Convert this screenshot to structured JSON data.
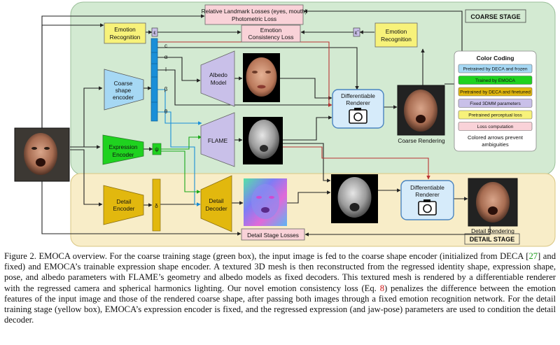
{
  "figure": {
    "stages": {
      "coarse": "COARSE STAGE",
      "detail": "DETAIL STAGE"
    },
    "losses": {
      "landmark_line1": "Relative Landmark Losses (eyes, mouth)",
      "landmark_line2": "Photometric Loss",
      "emotion_line1": "Emotion",
      "emotion_line2": "Consistency Loss",
      "detail": "Detail Stage Losses"
    },
    "modules": {
      "emotion_recognition_left": [
        "Emotion",
        "Recognition"
      ],
      "emotion_recognition_right": [
        "Emotion",
        "Recognition"
      ],
      "coarse_encoder": [
        "Coarse",
        "shape",
        "encoder"
      ],
      "expression_encoder": [
        "Expression",
        "Encoder"
      ],
      "detail_encoder": [
        "Detail",
        "Encoder"
      ],
      "albedo_model": [
        "Albedo",
        "Model"
      ],
      "flame": "FLAME",
      "detail_decoder": [
        "Detail",
        "Decoder"
      ],
      "renderer_coarse": [
        "Differentiable",
        "Renderer"
      ],
      "renderer_detail": [
        "Differentiable",
        "Renderer"
      ]
    },
    "params": {
      "epsilon": "ε",
      "epsilon_prime": "ε'",
      "code_segments": [
        "c",
        "α",
        "l",
        "β",
        "θ"
      ],
      "psi": "ψ",
      "delta": "δ"
    },
    "output_labels": {
      "coarse": "Coarse Rendering",
      "detail": "Detail Rendering"
    },
    "legend": {
      "title": "Color Coding",
      "items": [
        {
          "label": "Pretrained by DECA and frozen",
          "color": "#a6d8f4"
        },
        {
          "label": "Trained by EMOCA",
          "color": "#1fd21f"
        },
        {
          "label": "Pretrained by DECA and finetuned",
          "color": "#e2b80e"
        },
        {
          "label": "Fixed 3DMM parameters",
          "color": "#c9c0e9"
        },
        {
          "label": "Pretrained perceptual loss",
          "color": "#f7f27a"
        },
        {
          "label": "Loss computation",
          "color": "#f9d2d8"
        }
      ],
      "note_line1": "Colored arrows prevent",
      "note_line2": "ambiguities"
    },
    "colors": {
      "coarse_stage_bg": "#d3ead2",
      "detail_stage_bg": "#f8edc8",
      "encoder_blue": "#a6d8f4",
      "trained_green": "#1fd21f",
      "finetuned_gold": "#e2b80e",
      "fixed_lavender": "#c9c0e9",
      "perceptual_yellow": "#f7f27a",
      "loss_pink": "#f9d2d8",
      "code_blue": "#1a8fd8"
    }
  },
  "caption": {
    "p1": "Figure 2. EMOCA overview. For the coarse training stage (green box), the input image is fed to the coarse shape encoder (initialized from DECA [",
    "ref": "27",
    "p2": "] and fixed) and EMOCA’s trainable expression shape encoder. A textured 3D mesh is then reconstructed from the regressed identity shape, expression shape, pose, and albedo parameters with FLAME’s geometry and albedo models as fixed decoders. This textured mesh is rendered by a differentiable renderer with the regressed camera and spherical harmonics lighting. Our novel emotion consistency loss (Eq. ",
    "eq": "8",
    "p3": ") penalizes the difference between the emotion features of the input image and those of the rendered coarse shape, after passing both images through a fixed emotion recognition network. For the detail training stage (yellow box), EMOCA’s expression encoder is fixed, and the regressed expression (and jaw-pose) parameters are used to condition the detail decoder."
  }
}
